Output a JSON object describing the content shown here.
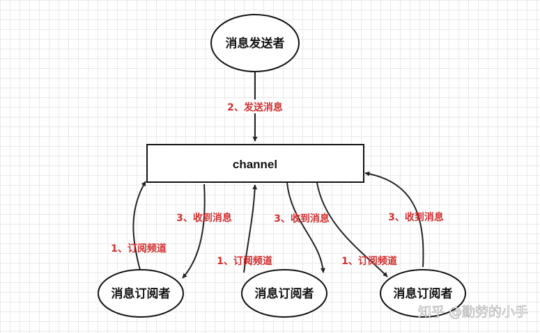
{
  "publisher": {
    "label": "消息发送者"
  },
  "channel": {
    "label": "channel"
  },
  "subscribers": [
    {
      "label": "消息订阅者"
    },
    {
      "label": "消息订阅者"
    },
    {
      "label": "消息订阅者"
    }
  ],
  "edge_labels": {
    "send": "2、发送消息",
    "subscribe": "1、订阅频道",
    "receive": "3、收到消息"
  },
  "watermark": "知乎 @勤劳的小手",
  "colors": {
    "edge_label": "#d32f2f",
    "stroke": "#111111",
    "grid": "#e9e9e9"
  }
}
